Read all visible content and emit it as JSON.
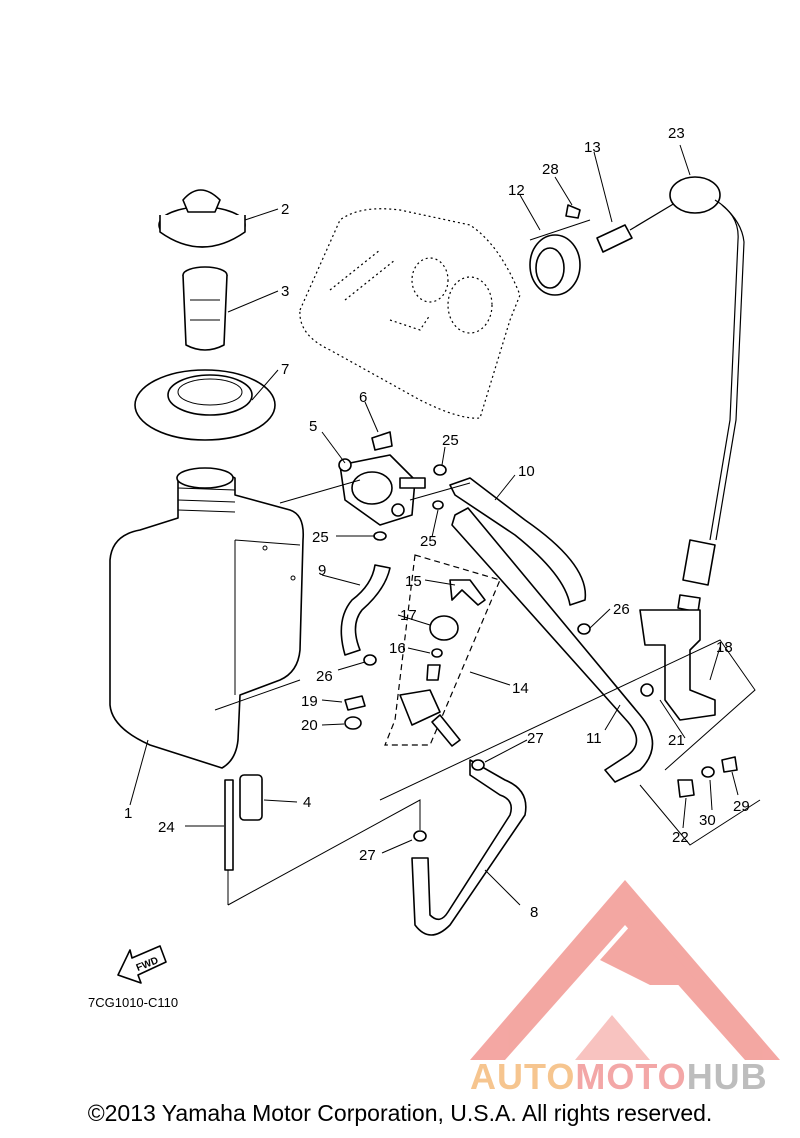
{
  "diagram": {
    "part_labels": [
      "1",
      "2",
      "3",
      "4",
      "5",
      "6",
      "7",
      "8",
      "9",
      "10",
      "11",
      "12",
      "13",
      "14",
      "15",
      "16",
      "17",
      "18",
      "19",
      "20",
      "21",
      "22",
      "23",
      "24",
      "25",
      "25",
      "25",
      "26",
      "26",
      "27",
      "27",
      "28",
      "29",
      "30"
    ],
    "fwd_label": "FWD",
    "diagram_code": "7CG1010-C110",
    "copyright": "©2013 Yamaha Motor Corporation, U.S.A. All rights reserved."
  },
  "watermark": {
    "part1": "AUTO",
    "part2": "MOTO",
    "part3": "HUB",
    "colors": {
      "auto": "#f6c58f",
      "moto": "#f3a7a7",
      "hub": "#bdbdbd",
      "logo": "#f08a84"
    }
  }
}
